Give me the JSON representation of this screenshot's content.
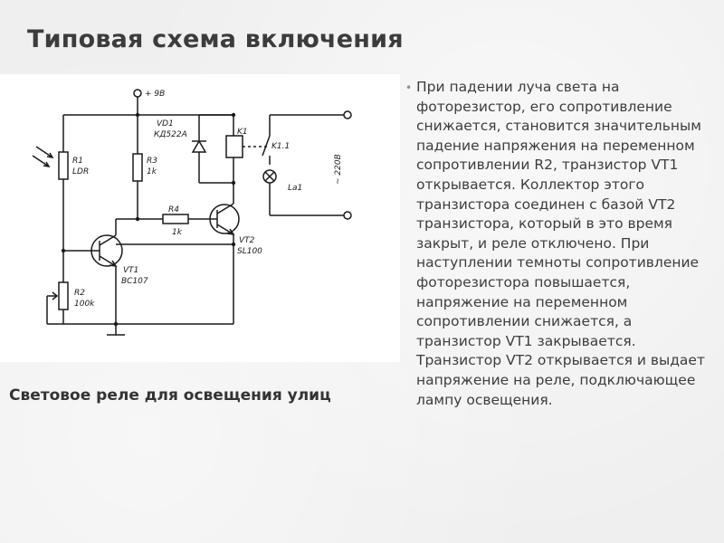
{
  "slide": {
    "title": "Типовая схема включения",
    "caption": "Световое реле для освещения улиц",
    "body": "При падении луча света на фоторезистор, его сопротивление снижается, становится значительным падение напряжения на переменном сопротивлении R2, транзистор VT1 открывается. Коллектор этого транзистора соединен с базой VT2 транзистора, который в это время закрыт, и реле отключено. При наступлении темноты сопротивление фоторезистора повышается, напряжение на переменном сопротивлении снижается, а транзистор VT1 закрывается. Транзистор VT2 открывается и выдает напряжение на реле, подключающее лампу освещения."
  },
  "diagram": {
    "supply": "+ 9B",
    "vd1": "VD1",
    "vd1_part": "КД522А",
    "k1": "K1",
    "k1_1": "K1.1",
    "mains": "~ 220В",
    "lamp": "La1",
    "r1": "R1",
    "r1_part": "LDR",
    "r3": "R3",
    "r3_value": "1k",
    "r4": "R4",
    "r4_value": "1k",
    "vt1": "VT1",
    "vt1_part": "BC107",
    "vt2": "VT2",
    "vt2_part": "SL100",
    "r2": "R2",
    "r2_value": "100k"
  }
}
